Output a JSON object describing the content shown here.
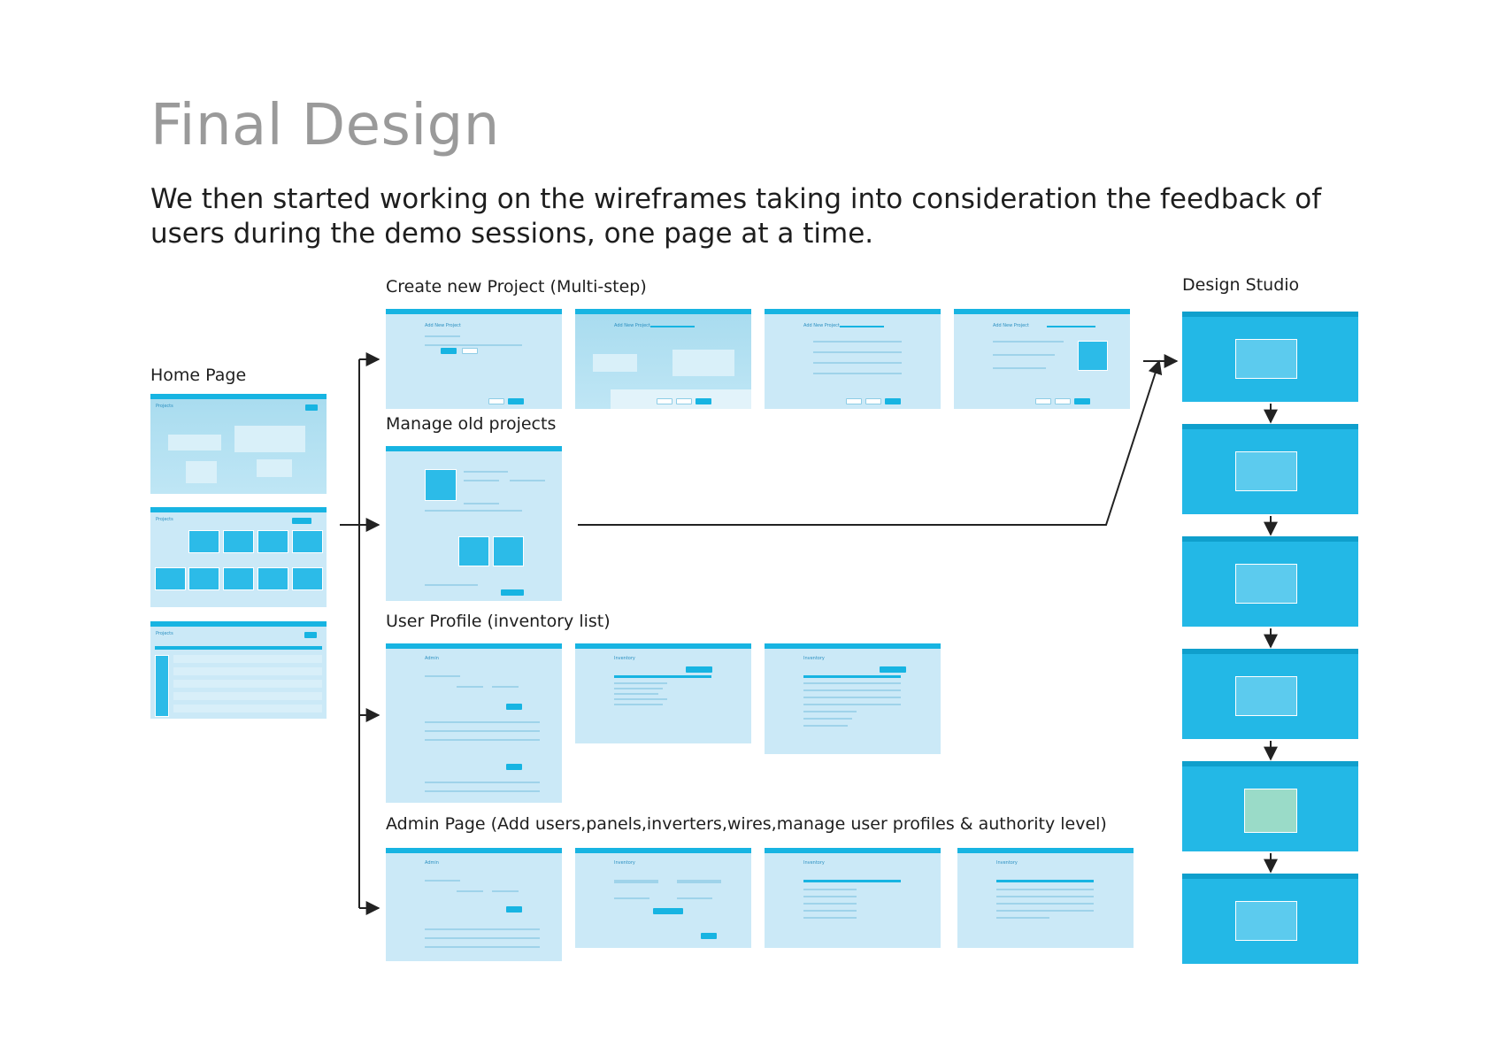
{
  "header": {
    "title": "Final Design",
    "subtitle": "We then started working on the wireframes taking into consideration the feedback of users during the demo sessions, one page at a time."
  },
  "sections": {
    "home": "Home Page",
    "create_project": "Create new Project (Multi-step)",
    "manage_projects": "Manage old projects",
    "user_profile": "User Profile (inventory list)",
    "admin": "Admin Page (Add users,panels,inverters,wires,manage user profiles & authority level)",
    "design_studio": "Design Studio"
  },
  "thumbnails": {
    "home_projects_title": "Projects",
    "add_project_title": "Add New Project",
    "admin_title": "Admin",
    "inventory_title": "Inventory"
  },
  "colors": {
    "accent": "#17b4e2",
    "thumb_bg": "#cbe9f7",
    "title_gray": "#9a9a9a",
    "arrow": "#222222"
  }
}
